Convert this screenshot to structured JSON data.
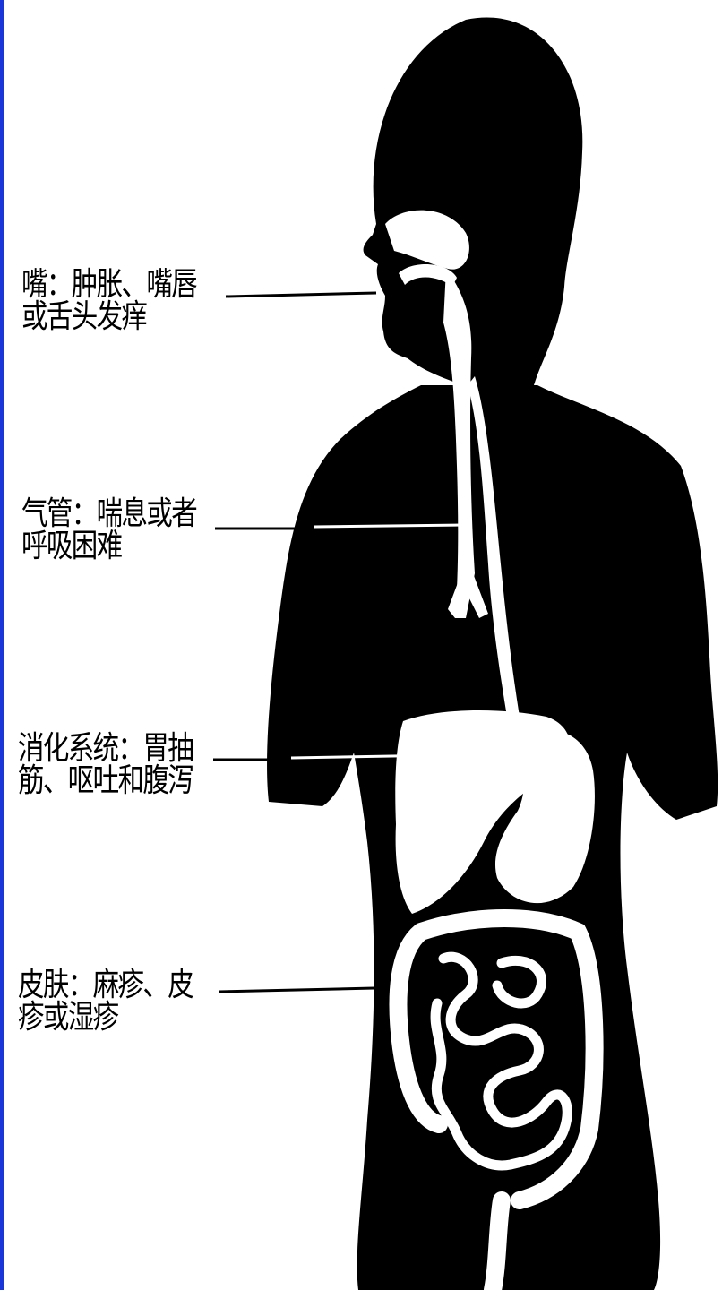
{
  "colors": {
    "ink": "#000000",
    "paper": "#ffffff",
    "edge": "#1a35d8"
  },
  "labels": {
    "mouth": {
      "line1": "嘴：肿胀、嘴唇",
      "line2": "或舌头发痒"
    },
    "trachea": {
      "line1": "气管：喘息或者",
      "line2": "呼吸困难"
    },
    "digestive": {
      "line1": "消化系统：胃抽",
      "line2": "筋、呕吐和腹泻"
    },
    "skin": {
      "line1": "皮肤：麻疹、皮",
      "line2": "疹或湿疹"
    }
  }
}
